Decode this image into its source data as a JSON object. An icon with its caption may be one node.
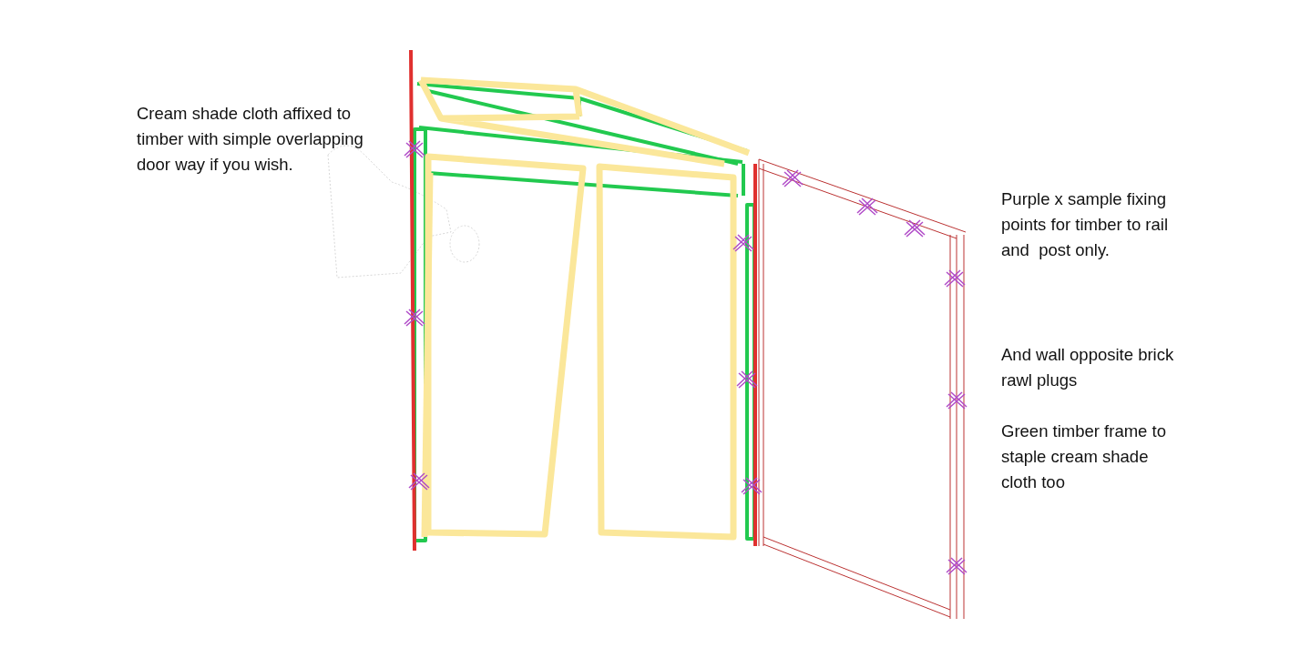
{
  "diagram": {
    "labels": [
      "Cream shade cloth affixed to timber with simple overlapping door way if you wish.",
      "Purple x sample fixing points for timber to rail and  post only.",
      "And wall opposite brick rawl plugs",
      "Green timber frame to staple cream shade cloth too"
    ]
  }
}
